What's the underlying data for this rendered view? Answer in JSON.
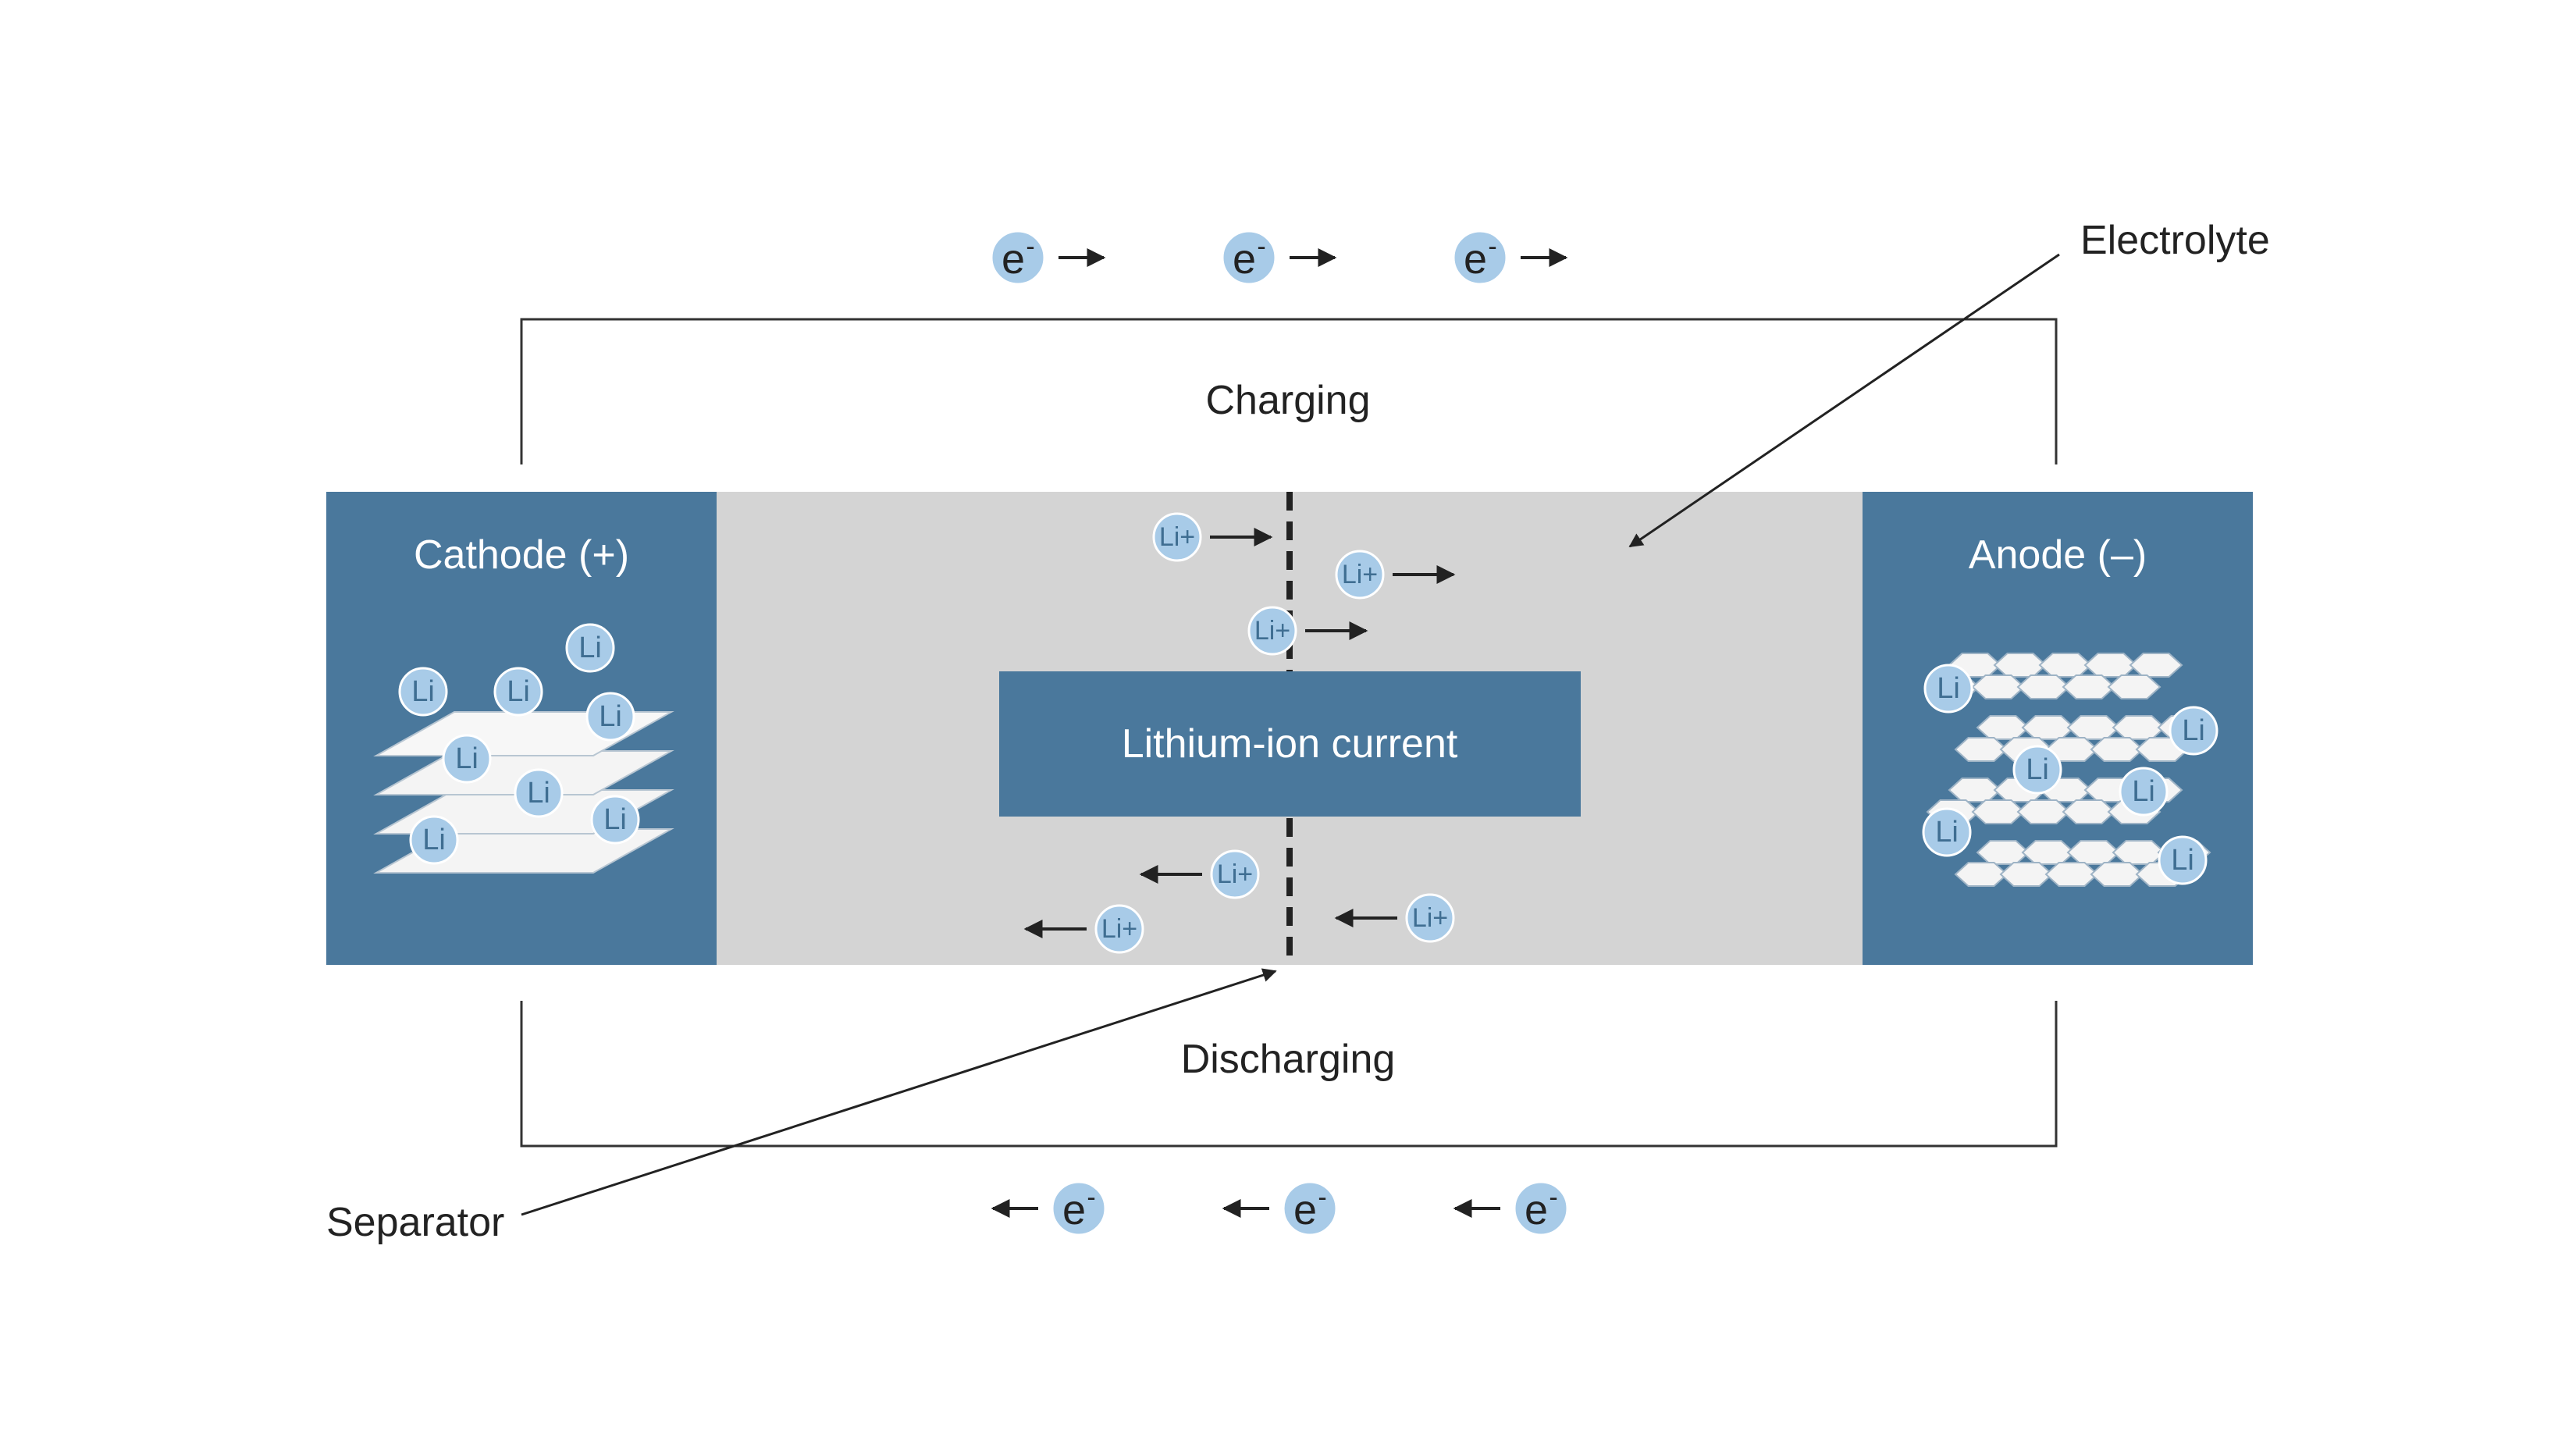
{
  "labels": {
    "charging": "Charging",
    "discharging": "Discharging",
    "cathode": "Cathode (+)",
    "anode": "Anode (–)",
    "current": "Lithium-ion current",
    "electrolyte": "Electrolyte",
    "separator": "Separator"
  },
  "particles": {
    "li": "Li",
    "li_ion": "Li+",
    "electron": "e",
    "electron_charge": "-"
  },
  "colors": {
    "electrode": "#4a789c",
    "electrolyte": "#d4d4d4",
    "particle": "#a8cbe8",
    "particle_text": "#3f6e92",
    "wire": "#333333",
    "text": "#222222",
    "label_on_blue": "#ffffff"
  },
  "icons": [
    "right-arrow-icon",
    "left-arrow-icon",
    "layered-sheets-icon",
    "hexagon-layers-icon"
  ]
}
